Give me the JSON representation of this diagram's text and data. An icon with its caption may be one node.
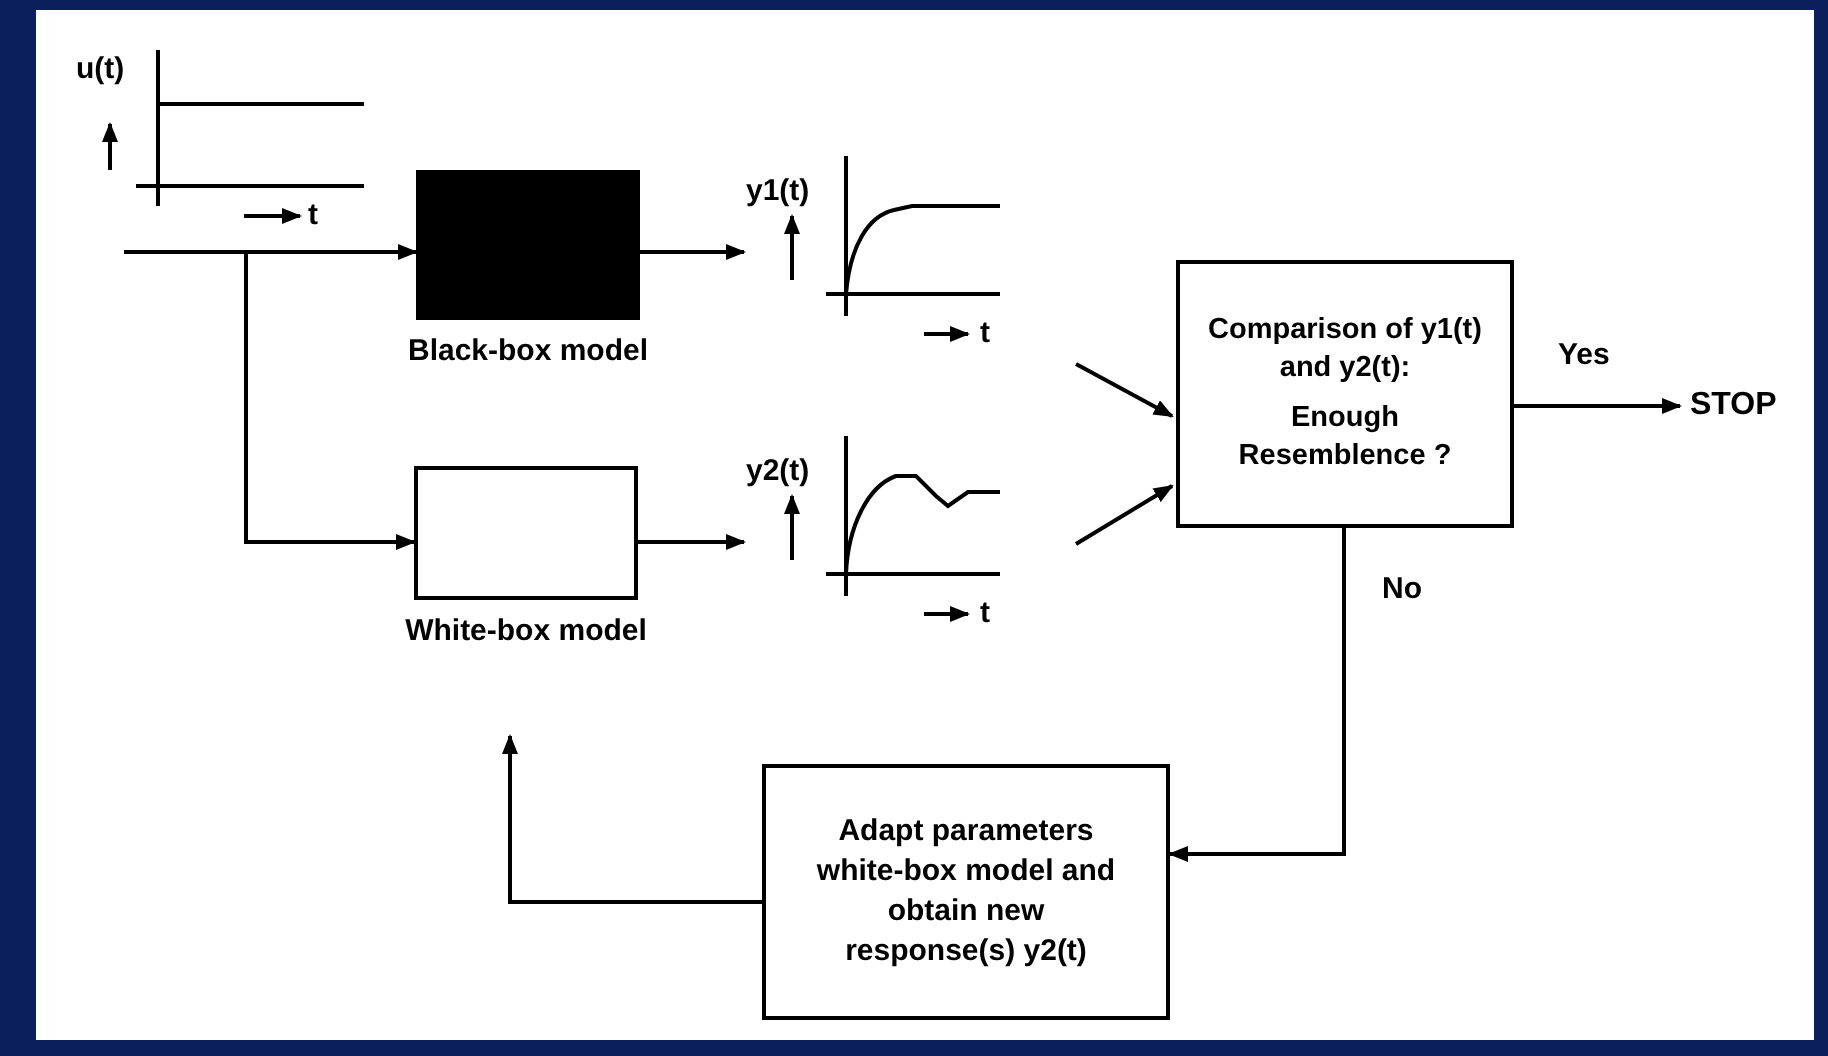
{
  "diagram": {
    "nodes": [
      {
        "text": [],
        "shape": "box",
        "beside": [
          "Black-box model"
        ]
      },
      {
        "text": [],
        "shape": "box",
        "beside": [
          "White-box model"
        ]
      },
      {
        "text": [
          "y1(t)",
          "t"
        ]
      },
      {
        "text": [
          "y2(t)",
          "t"
        ]
      },
      {
        "text": [
          "Comparison of y1(t) and y2(t):",
          "Enough Resemblence ?"
        ]
      },
      {
        "text": [
          "STOP"
        ]
      },
      {
        "text": [
          "Adapt parameters white-box model and obtain new response(s) y2(t)"
        ]
      }
    ],
    "edges": [
      {
        "from": null,
        "to": 0,
        "arrow": "to"
      },
      {
        "from": null,
        "to": 1,
        "arrow": "to"
      },
      {
        "from": 0,
        "to": 2,
        "arrow": "to"
      },
      {
        "from": 1,
        "to": 3,
        "arrow": "to"
      },
      {
        "from": 2,
        "to": 4,
        "arrow": "to"
      },
      {
        "from": 3,
        "to": 4,
        "arrow": "to"
      },
      {
        "from": 4,
        "to": 5,
        "arrow": "to",
        "label": "Yes"
      },
      {
        "from": 4,
        "to": 6,
        "arrow": "to",
        "label": "No"
      },
      {
        "from": 6,
        "to": 1,
        "arrow": "to"
      }
    ],
    "labels": [
      "u(t)",
      "t"
    ]
  }
}
